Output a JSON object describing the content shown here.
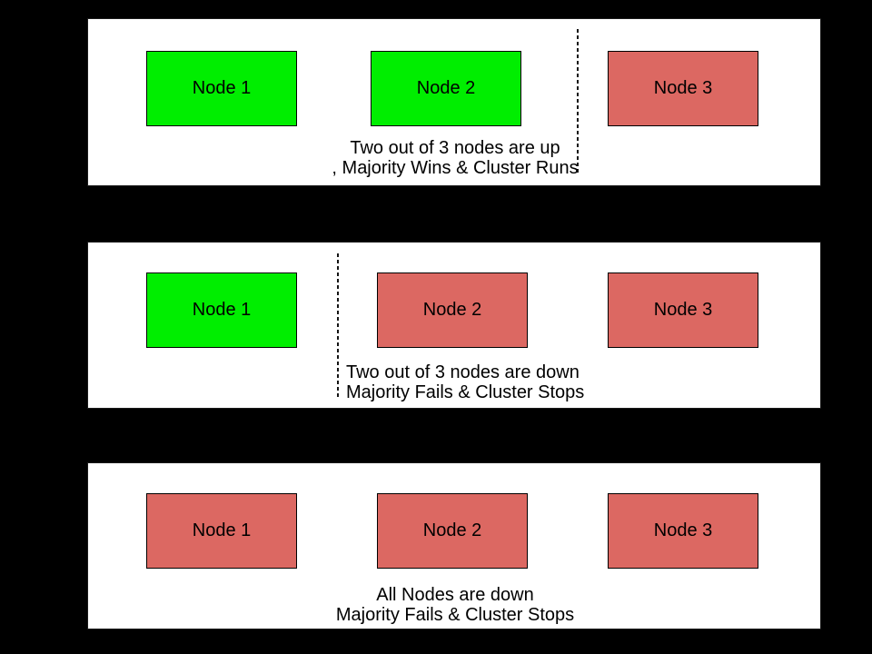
{
  "colors": {
    "background": "#000000",
    "panel_bg": "#ffffff",
    "panel_border": "#1a1a1a",
    "node_up_fill": "#00ee00",
    "node_down_fill": "#dc6862",
    "node_border": "#000000",
    "divider_color": "#151515",
    "text": "#000000"
  },
  "panels": [
    {
      "id": "two-nodes-up",
      "nodes": [
        {
          "label": "Node 1",
          "status": "up"
        },
        {
          "label": "Node 2",
          "status": "up"
        },
        {
          "label": "Node 3",
          "status": "down"
        }
      ],
      "caption": {
        "line1": "Two out of 3 nodes are up",
        "line2": ", Majority Wins & Cluster Runs"
      }
    },
    {
      "id": "two-nodes-down",
      "nodes": [
        {
          "label": "Node 1",
          "status": "up"
        },
        {
          "label": "Node 2",
          "status": "down"
        },
        {
          "label": "Node 3",
          "status": "down"
        }
      ],
      "caption": {
        "line1": "Two out of 3 nodes are down",
        "line2": "Majority Fails & Cluster Stops"
      }
    },
    {
      "id": "all-nodes-down",
      "nodes": [
        {
          "label": "Node 1",
          "status": "down"
        },
        {
          "label": "Node 2",
          "status": "down"
        },
        {
          "label": "Node 3",
          "status": "down"
        }
      ],
      "caption": {
        "line1": "All Nodes are down",
        "line2": "Majority Fails & Cluster Stops"
      }
    }
  ]
}
